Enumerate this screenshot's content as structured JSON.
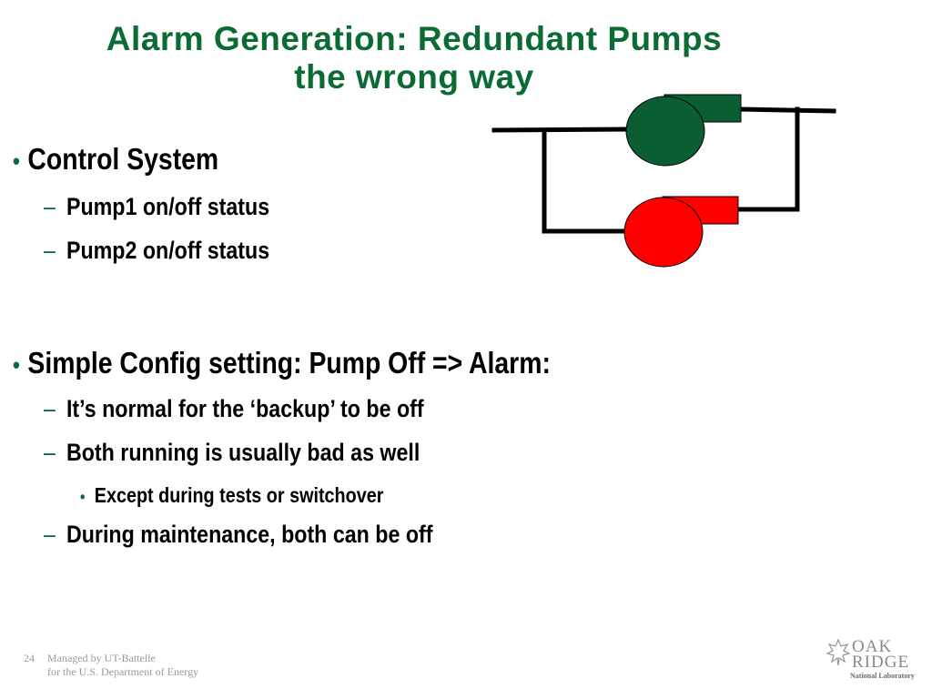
{
  "title": {
    "line1": "Alarm Generation: Redundant Pumps",
    "line2": "the wrong way"
  },
  "bullets": {
    "control_system": "Control System",
    "pump1": "Pump1 on/off status",
    "pump2": "Pump2 on/off status",
    "simple_config": "Simple Config setting: Pump Off  => Alarm:",
    "normal_backup": "It’s normal for the ‘backup’ to be off",
    "both_running": "Both running is usually bad as well",
    "except": "Except during tests or switchover",
    "maintenance": "During maintenance, both can be off"
  },
  "diagram": {
    "pump1_color": "#0b5d32",
    "pump2_color": "#ff0000"
  },
  "footer": {
    "page_number": "24",
    "managed_by": "Managed by UT-Battelle",
    "for_doe": "for the U.S. Department of Energy"
  },
  "logo": {
    "oak": "OAK",
    "ridge": "RIDGE",
    "national_laboratory": "National Laboratory",
    "icon": "leaf-icon"
  },
  "colors": {
    "title": "#0b6b35",
    "bullet_marker": "#0b6b35",
    "footer_text": "#9a9a9a"
  }
}
